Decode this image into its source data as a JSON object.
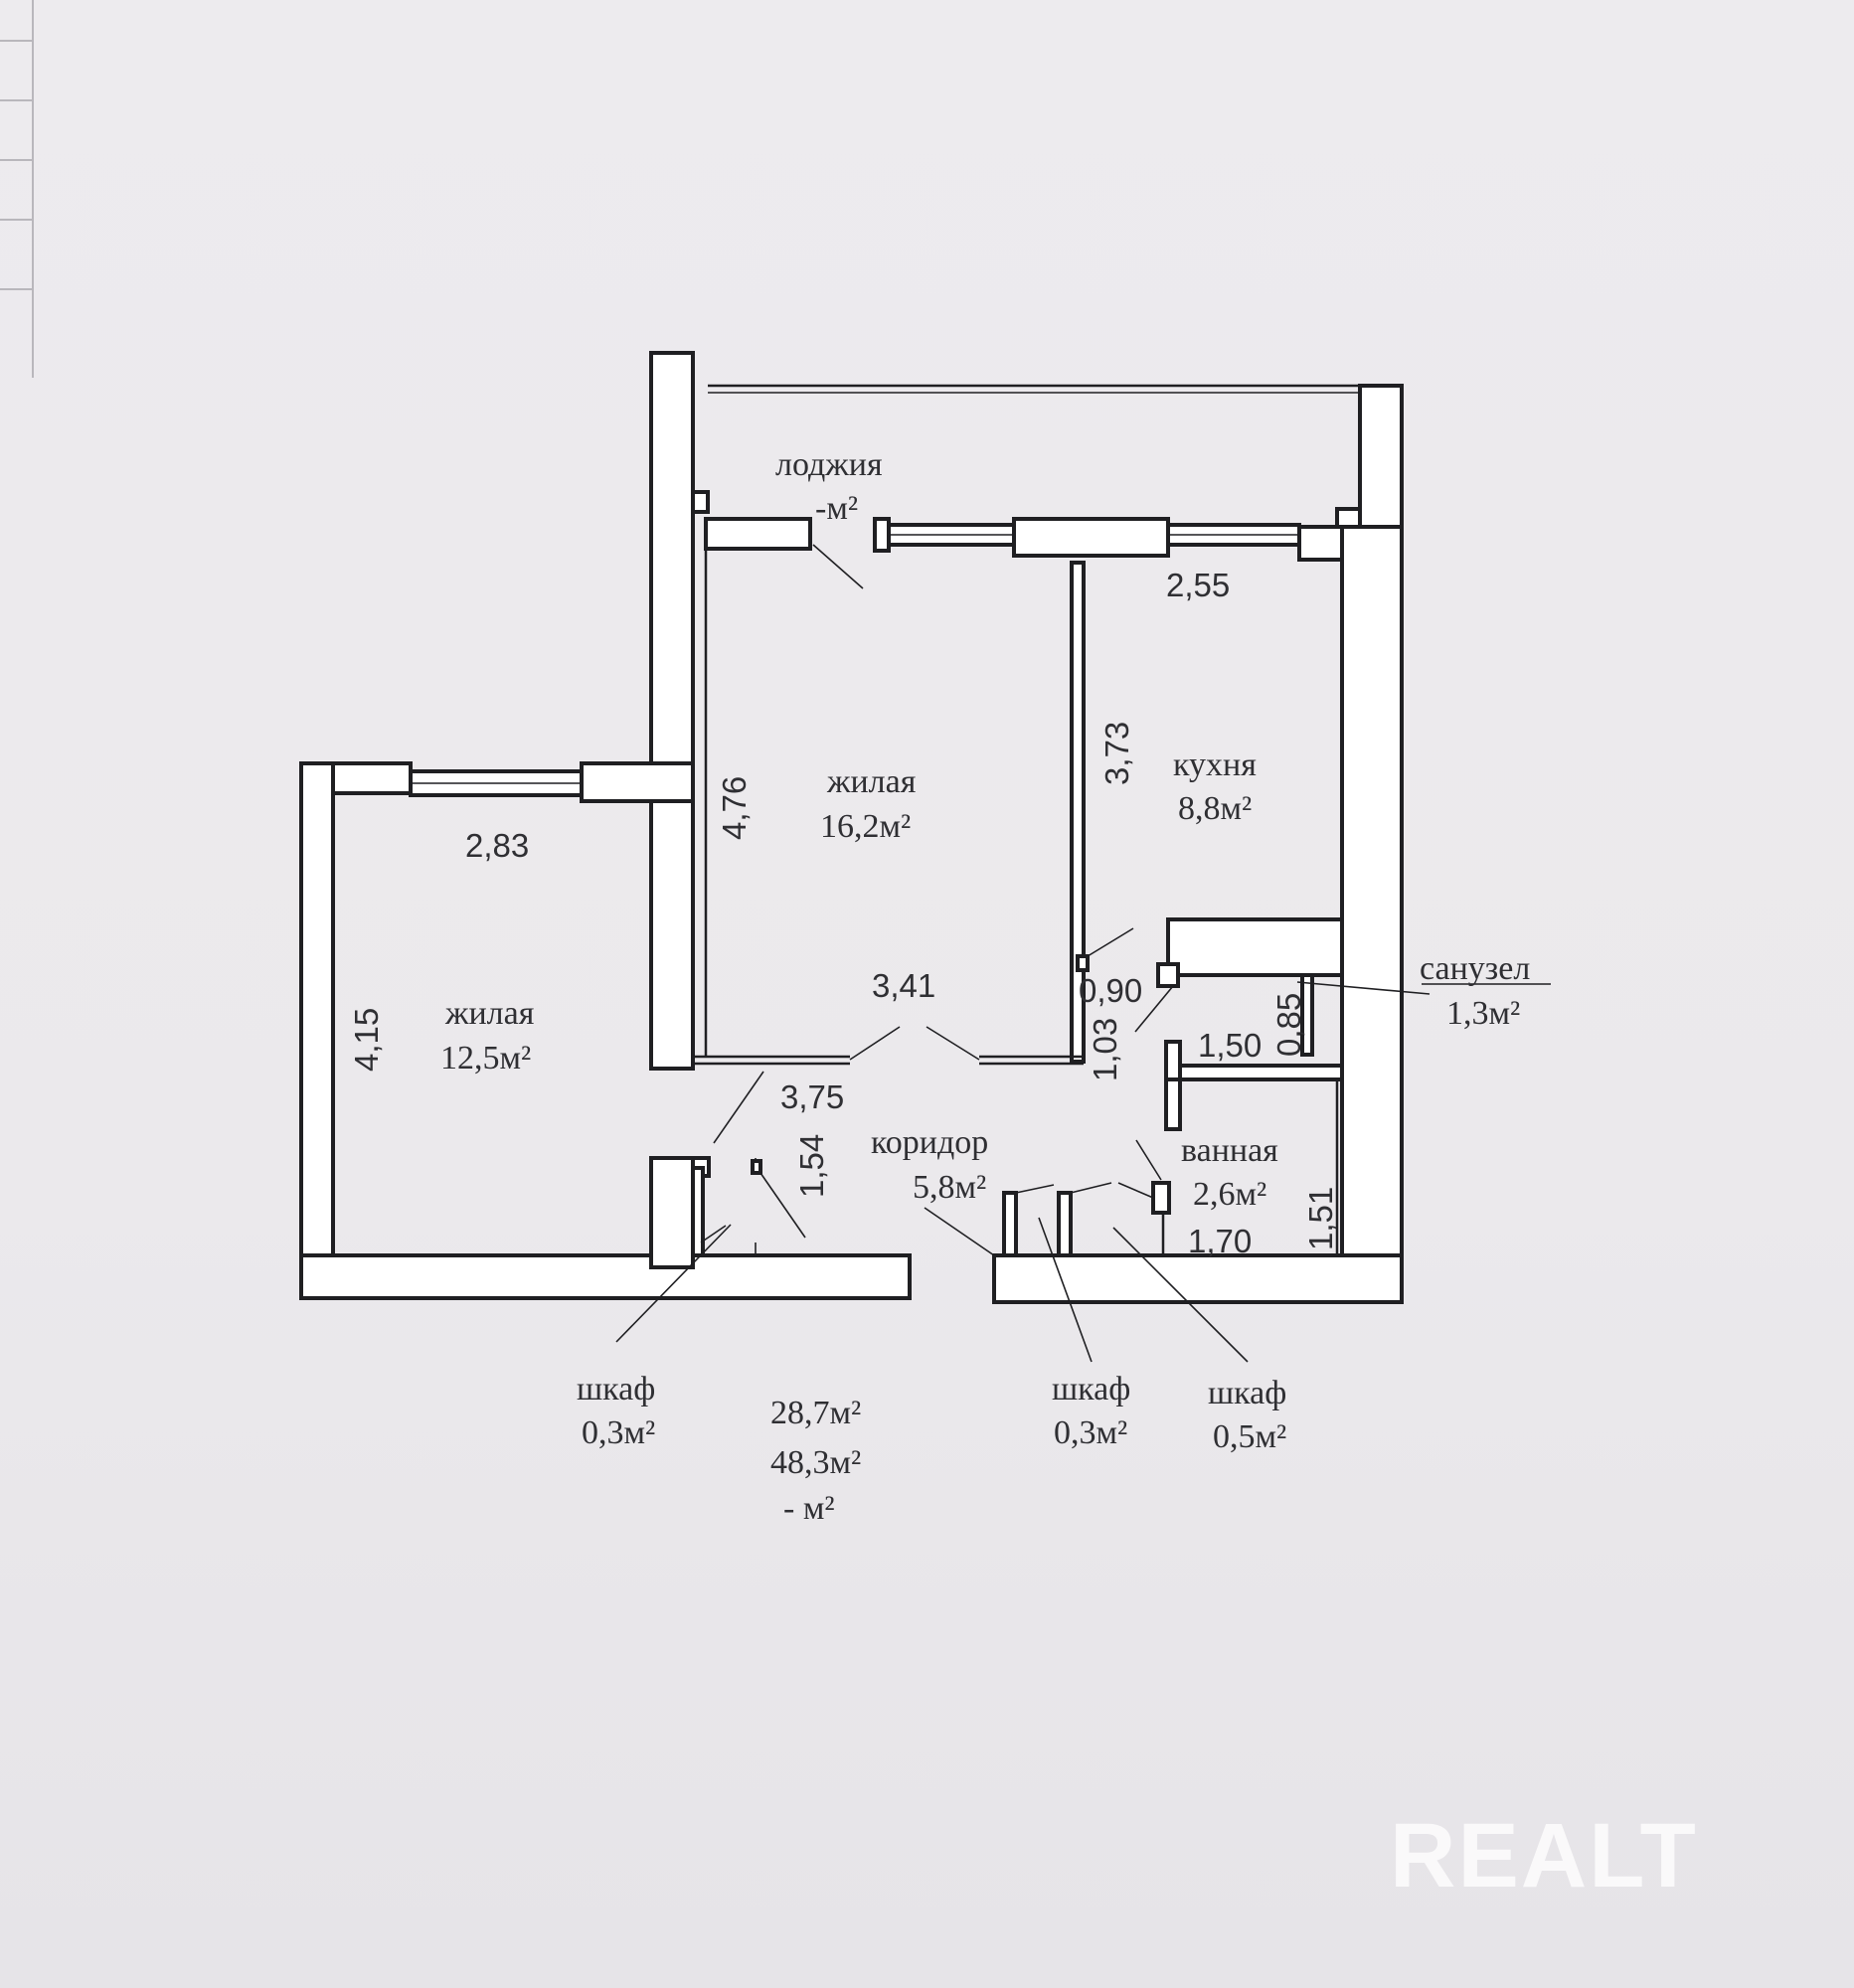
{
  "rooms": {
    "loggia": {
      "name": "лоджия",
      "area": "-м²"
    },
    "living_large": {
      "name": "жилая",
      "area": "16,2м²"
    },
    "kitchen": {
      "name": "кухня",
      "area": "8,8м²"
    },
    "living_small": {
      "name": "жилая",
      "area": "12,5м²"
    },
    "wc": {
      "name": "санузел",
      "area": "1,3м²"
    },
    "corridor": {
      "name": "коридор",
      "area": "5,8м²"
    },
    "bathroom": {
      "name": "ванная",
      "area": "2,6м²"
    },
    "closet_1": {
      "name": "шкаф",
      "area": "0,3м²"
    },
    "closet_2": {
      "name": "шкаф",
      "area": "0,3м²"
    },
    "closet_3": {
      "name": "шкаф",
      "area": "0,5м²"
    }
  },
  "dimensions": {
    "kitchen_width": "2,55",
    "kitchen_length": "3,73",
    "living_large_length": "4,76",
    "living_large_width": "3,41",
    "living_small_width": "2,83",
    "living_small_length": "4,15",
    "corridor_width": "3,75",
    "corridor_length": "1,54",
    "kitchen_door": "0,90",
    "passage": "1,03",
    "wc_length": "0,85",
    "wc_width": "1,50",
    "bathroom_length": "1,51",
    "bathroom_width": "1,70"
  },
  "totals": {
    "living_area": "28,7м²",
    "total_area": "48,3м²",
    "balcony_area": "- м²"
  },
  "watermark": "REALT"
}
